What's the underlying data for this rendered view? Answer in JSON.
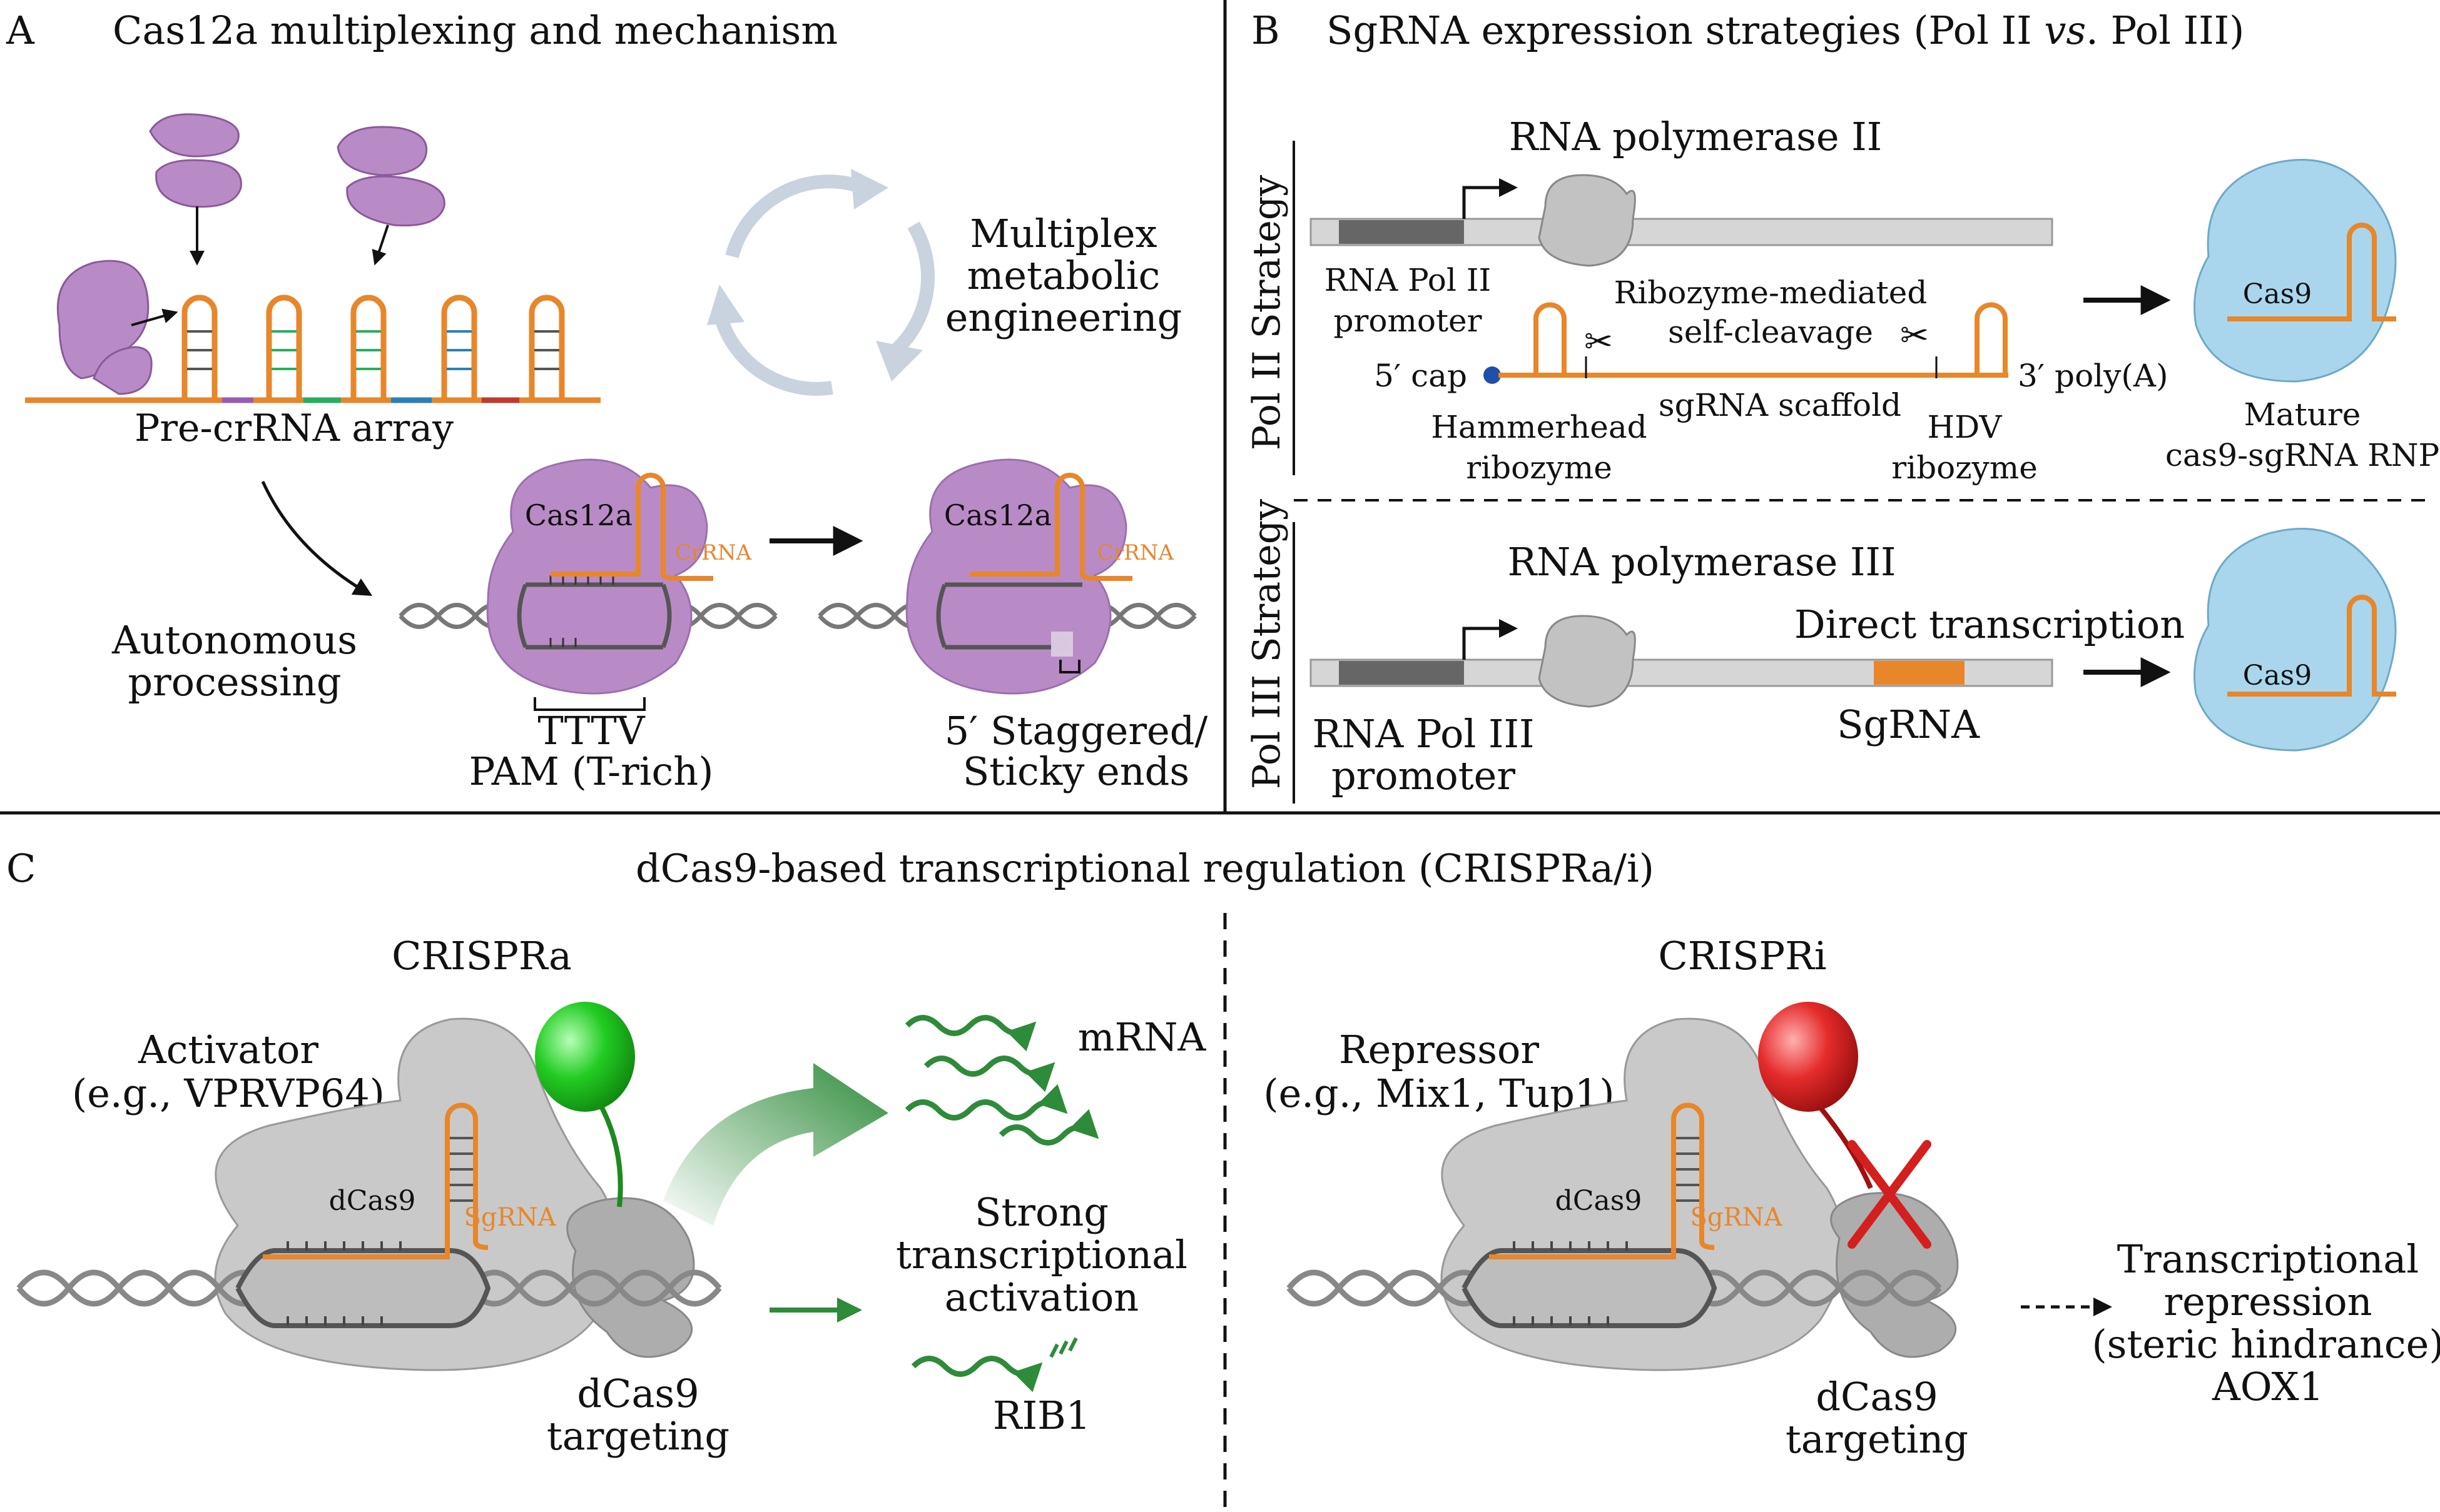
{
  "panel_a": {
    "letter": "A",
    "title": "Cas12a multiplexing and mechanism",
    "array_label": "Pre-crRNA array",
    "cycle_label": [
      "Multiplex",
      "metabolic",
      "engineering"
    ],
    "processing_label": [
      "Autonomous",
      "processing"
    ],
    "protein": "Cas12a",
    "crrna": "CrRNA",
    "pam": [
      "TTTV",
      "PAM (T-rich)"
    ],
    "cut": [
      "5′ Staggered/",
      "Sticky ends"
    ]
  },
  "panel_b": {
    "letter": "B",
    "title_pre": "SgRNA expression strategies (Pol II ",
    "title_vs": "vs",
    "title_post": ". Pol III)",
    "pol2": {
      "strategy": "Pol II Strategy",
      "polymerase": "RNA polymerase II",
      "promoter": [
        "RNA Pol II",
        "promoter"
      ],
      "self_cleavage": [
        "Ribozyme-mediated",
        "self-cleavage"
      ],
      "cap": "5′ cap",
      "polya": "3′ poly(A)",
      "hammerhead": [
        "Hammerhead",
        "ribozyme"
      ],
      "scaffold": "sgRNA scaffold",
      "hdv": [
        "HDV",
        "ribozyme"
      ],
      "protein": "Cas9",
      "mature": [
        "Mature",
        "cas9-sgRNA RNP"
      ]
    },
    "pol3": {
      "strategy": "Pol III Strategy",
      "polymerase": "RNA polymerase III",
      "direct": "Direct transcription",
      "promoter": [
        "RNA Pol III",
        "promoter"
      ],
      "sgrna": "SgRNA",
      "protein": "Cas9"
    }
  },
  "panel_c": {
    "letter": "C",
    "title": "dCas9-based transcriptional regulation (CRISPRa/i)",
    "crispra": {
      "title": "CRISPRa",
      "activator": [
        "Activator",
        "(e.g., VPRVP64)"
      ],
      "protein": "dCas9",
      "sgrna": "SgRNA",
      "targeting": [
        "dCas9",
        "targeting"
      ],
      "mrna": "mRNA",
      "effect": [
        "Strong",
        "transcriptional",
        "activation"
      ],
      "gene": "RIB1"
    },
    "crispri": {
      "title": "CRISPRi",
      "repressor": [
        "Repressor",
        "(e.g., Mix1, Tup1)"
      ],
      "protein": "dCas9",
      "sgrna": "SgRNA",
      "targeting": [
        "dCas9",
        "targeting"
      ],
      "effect": [
        "Transcriptional",
        "repression",
        "(steric hindrance)",
        "AOX1"
      ]
    }
  },
  "colors": {
    "rna": "#e8862a",
    "cas12a": "#b98bc6",
    "cas9": "#a9d6ec",
    "dcas9": "#c9c9c9",
    "activator": "#22cc22",
    "repressor": "#e52b2b",
    "activation_arrow": "#2e8b3a",
    "repression_mark": "#d41f1f"
  }
}
